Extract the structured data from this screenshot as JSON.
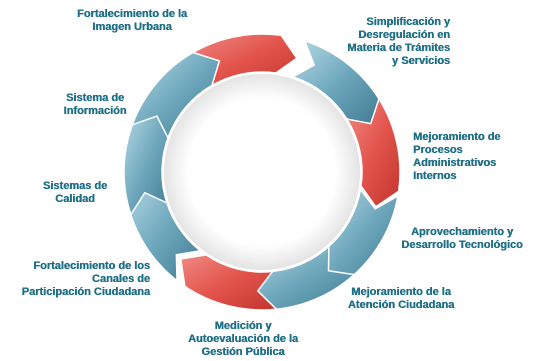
{
  "colors": {
    "red_segment": "#e2544c",
    "blue_segment": "#6fa8bd",
    "label_text": "#1f6f86"
  },
  "diagram": {
    "type": "cycle",
    "segments": [
      {
        "label": [
          "Fortalecimiento de la",
          "Imagen Urbana"
        ],
        "color": "red"
      },
      {
        "label": [
          "Simplificación y",
          "Desregulación en",
          "Materia de Trámites",
          "y Servicios"
        ],
        "color": "blue"
      },
      {
        "label": [
          "Mejoramiento de",
          "Procesos",
          "Administrativos",
          "Internos"
        ],
        "color": "red"
      },
      {
        "label": [
          "Aprovechamiento y",
          "Desarrollo Tecnológico"
        ],
        "color": "blue"
      },
      {
        "label": [
          "Mejoramiento de la",
          "Atención Ciudadana"
        ],
        "color": "blue"
      },
      {
        "label": [
          "Medición y",
          "Autoevaluación de la",
          "Gestión Pública"
        ],
        "color": "red"
      },
      {
        "label": [
          "Fortalecimiento de los",
          "Canales de",
          "Participación Ciudadana"
        ],
        "color": "blue"
      },
      {
        "label": [
          "Sistemas de",
          "Calidad"
        ],
        "color": "blue"
      },
      {
        "label": [
          "Sistema de",
          "Información"
        ],
        "color": "blue"
      }
    ]
  }
}
